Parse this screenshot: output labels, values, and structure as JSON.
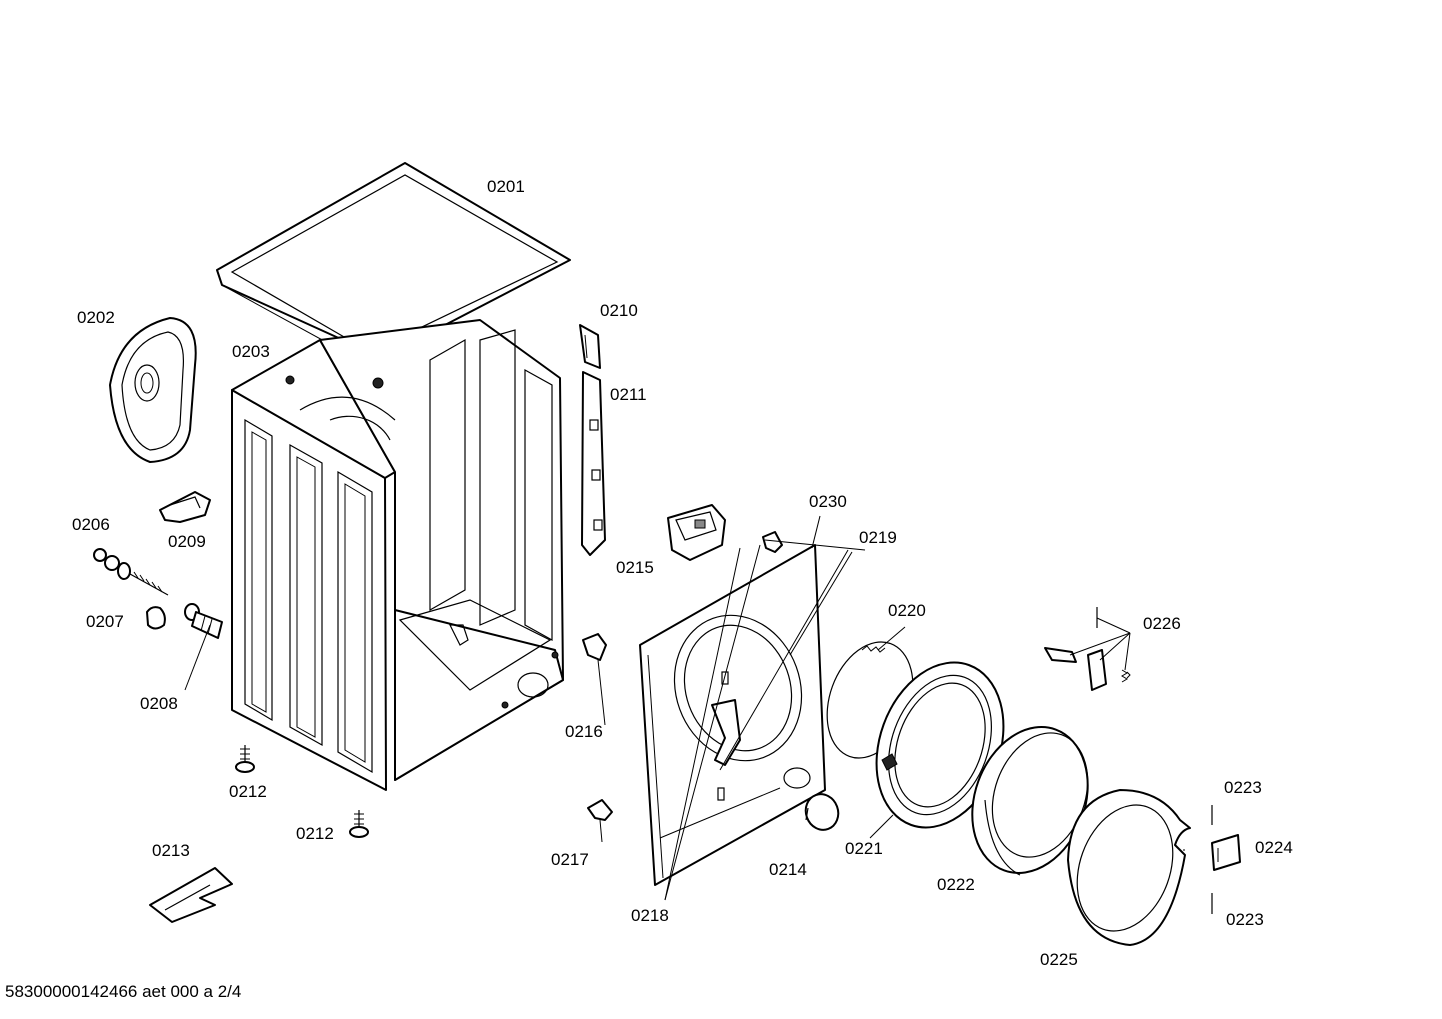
{
  "labels": {
    "p0201": "0201",
    "p0202": "0202",
    "p0203": "0203",
    "p0206": "0206",
    "p0207": "0207",
    "p0208": "0208",
    "p0209": "0209",
    "p0210": "0210",
    "p0211": "0211",
    "p0212a": "0212",
    "p0212b": "0212",
    "p0213": "0213",
    "p0214": "0214",
    "p0215": "0215",
    "p0216": "0216",
    "p0217": "0217",
    "p0218": "0218",
    "p0219": "0219",
    "p0220": "0220",
    "p0221": "0221",
    "p0222": "0222",
    "p0223a": "0223",
    "p0223b": "0223",
    "p0224": "0224",
    "p0225": "0225",
    "p0226": "0226",
    "p0230": "0230"
  },
  "footer": "58300000142466 aet 000 a 2/4"
}
